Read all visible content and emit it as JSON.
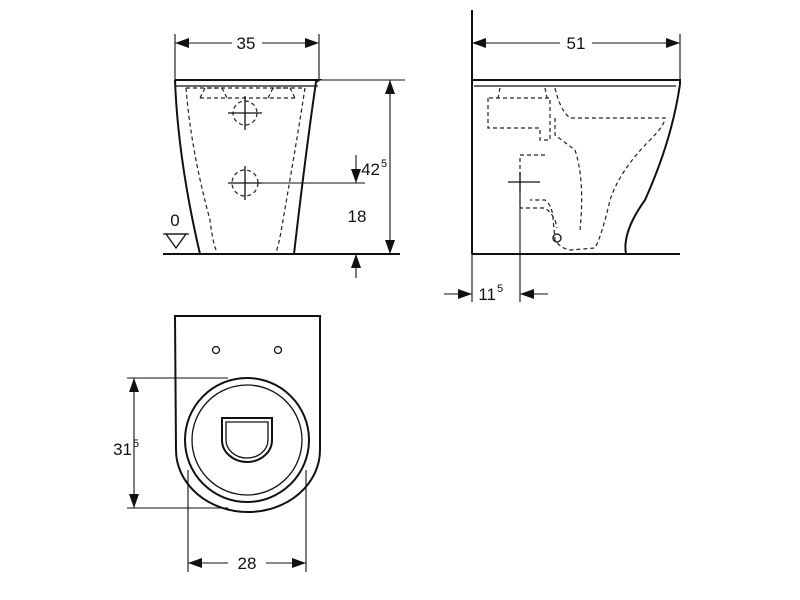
{
  "front_view": {
    "width_label": "35",
    "height_main": "42",
    "height_sup": "5",
    "drain_height": "18",
    "floor_label": "0"
  },
  "side_view": {
    "depth_label": "51",
    "offset_main": "11",
    "offset_sup": "5"
  },
  "top_view": {
    "depth_main": "31",
    "depth_sup": "5",
    "width_label": "28"
  }
}
